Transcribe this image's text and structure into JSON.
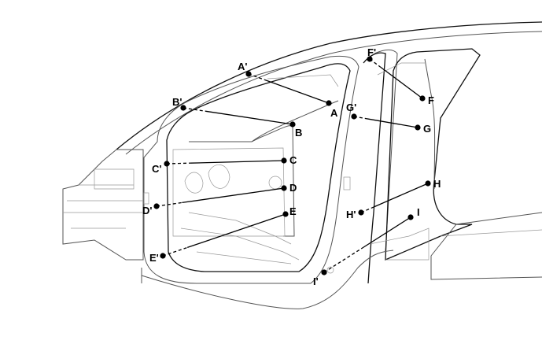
{
  "diagram": {
    "type": "vehicle body side dimension points",
    "measurements": [
      {
        "from": "A'",
        "to": "A"
      },
      {
        "from": "B'",
        "to": "B"
      },
      {
        "from": "C'",
        "to": "C"
      },
      {
        "from": "D'",
        "to": "D"
      },
      {
        "from": "E'",
        "to": "E"
      },
      {
        "from": "F'",
        "to": "F"
      },
      {
        "from": "G'",
        "to": "G"
      },
      {
        "from": "H'",
        "to": "H"
      },
      {
        "from": "I'",
        "to": "I"
      }
    ],
    "colors": {
      "line": "#000000",
      "outline": "#555555"
    }
  }
}
